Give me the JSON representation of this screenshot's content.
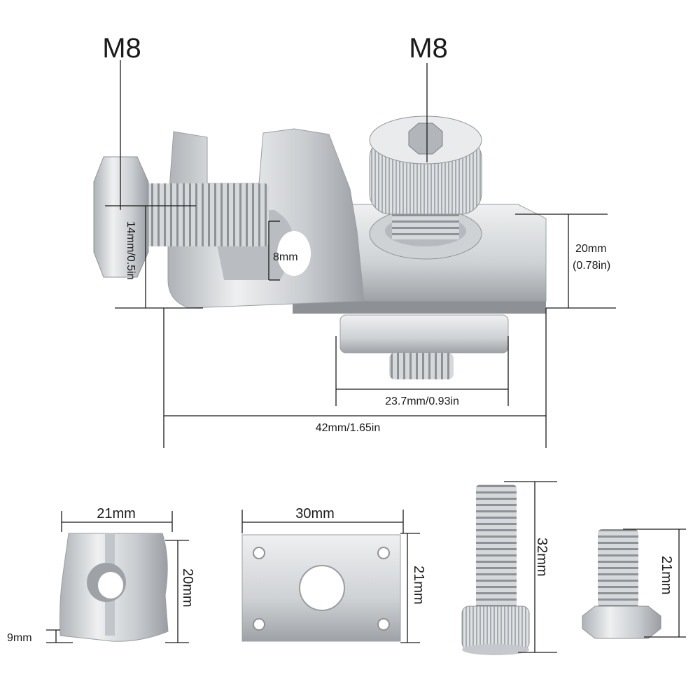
{
  "labels": {
    "thread_left": "M8",
    "thread_right": "M8",
    "lug_height": "14mm/0.5in",
    "slot_width": "8mm",
    "clamp_height": "20mm",
    "clamp_height_in": "(0.78in)",
    "base_width": "23.7mm/0.93in",
    "total_length": "42mm/1.65in",
    "nut_width": "21mm",
    "nut_height": "20mm",
    "nut_flange": "9mm",
    "plate_width": "30mm",
    "plate_height": "21mm",
    "socket_bolt_length": "32mm",
    "hex_bolt_length": "21mm"
  },
  "colors": {
    "metal_light": "#e4e6e8",
    "metal_mid": "#c3c6c9",
    "metal_dark": "#8c9094",
    "line": "#1a1a1a"
  }
}
